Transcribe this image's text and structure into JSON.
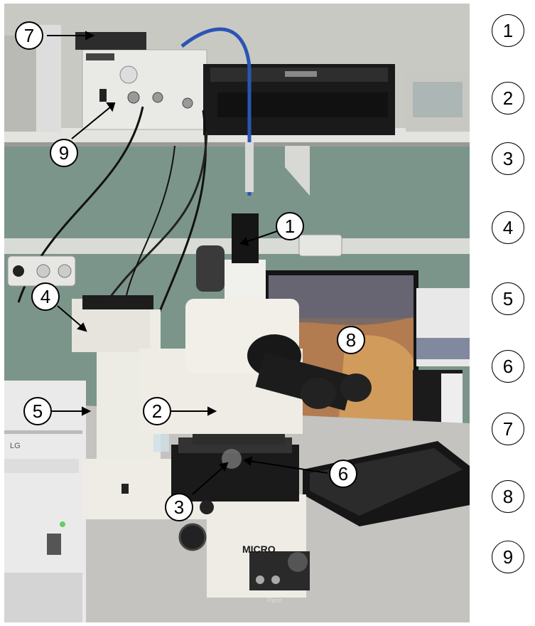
{
  "photo": {
    "scene_items": [
      "microscope",
      "camera",
      "monitor",
      "keyboard",
      "printer",
      "controller",
      "computer"
    ],
    "microscope_brand": "MICRO",
    "panel_label": "Pano",
    "computer_brand": "LG"
  },
  "callouts": [
    {
      "label": "1"
    },
    {
      "label": "2"
    },
    {
      "label": "3"
    },
    {
      "label": "4"
    },
    {
      "label": "5"
    },
    {
      "label": "6"
    },
    {
      "label": "7"
    },
    {
      "label": "8"
    },
    {
      "label": "9"
    }
  ],
  "legend": [
    "1",
    "2",
    "3",
    "4",
    "5",
    "6",
    "7",
    "8",
    "9"
  ]
}
